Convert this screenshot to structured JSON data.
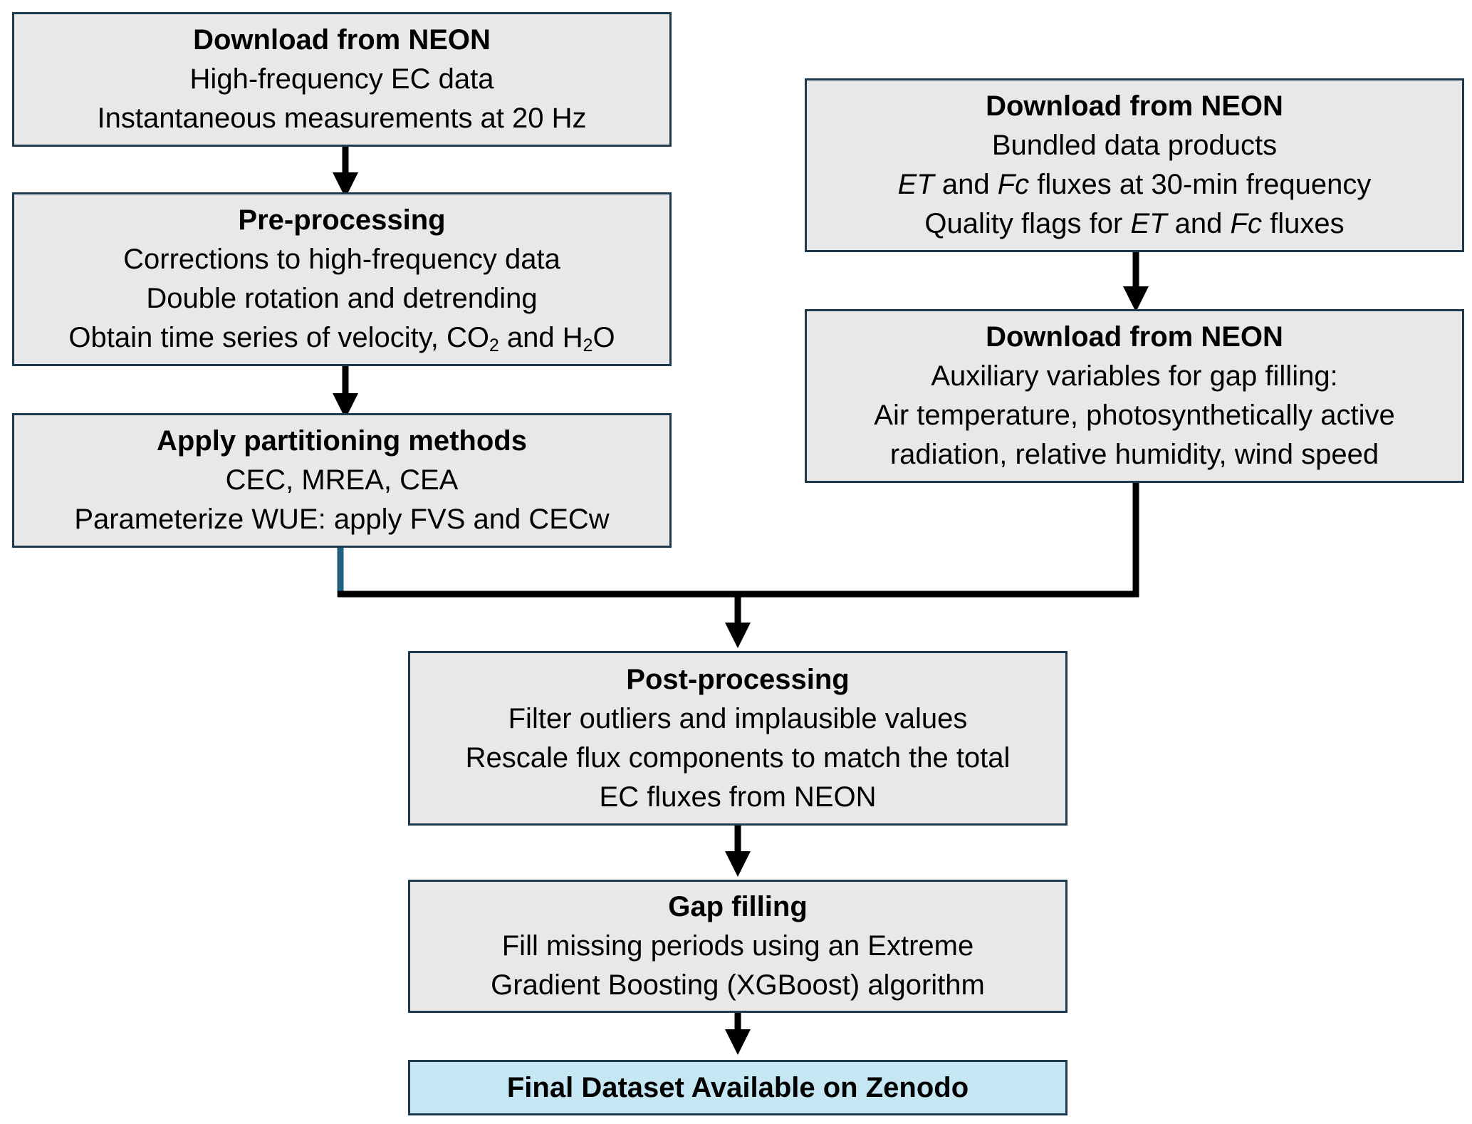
{
  "boxes": {
    "neon_hf": {
      "title": "Download from NEON",
      "line1": "High-frequency EC data",
      "line2": "Instantaneous measurements at 20 Hz"
    },
    "preprocessing": {
      "title": "Pre-processing",
      "line1": "Corrections to high-frequency data",
      "line2": "Double rotation and detrending",
      "line3_prefix": "Obtain time series of velocity, CO",
      "line3_sub1": "2",
      "line3_mid": " and H",
      "line3_sub2": "2",
      "line3_suffix": "O"
    },
    "partitioning": {
      "title": "Apply partitioning methods",
      "line1": "CEC, MREA, CEA",
      "line2": "Parameterize WUE: apply FVS and CECw"
    },
    "neon_bundled": {
      "title": "Download from NEON",
      "line1": "Bundled data products",
      "line2_et": "ET",
      "line2_and": " and ",
      "line2_fc": "Fc",
      "line2_rest": " fluxes at 30-min frequency",
      "line3_prefix": "Quality flags for ",
      "line3_et": "ET",
      "line3_and": " and ",
      "line3_fc": "Fc",
      "line3_rest": " fluxes"
    },
    "neon_aux": {
      "title": "Download from NEON",
      "line1": "Auxiliary variables for gap filling:",
      "line2": "Air temperature, photosynthetically active",
      "line3": "radiation, relative humidity, wind speed"
    },
    "postprocessing": {
      "title": "Post-processing",
      "line1": "Filter outliers and implausible values",
      "line2": "Rescale flux components to match the total",
      "line3": "EC fluxes from NEON"
    },
    "gapfilling": {
      "title": "Gap filling",
      "line1": "Fill missing periods using an Extreme",
      "line2": "Gradient Boosting (XGBoost) algorithm"
    },
    "final": {
      "title": "Final Dataset Available on Zenodo"
    }
  },
  "colors": {
    "box_fill": "#e8e8e8",
    "box_border": "#1f3a4d",
    "final_fill": "#c5e6f3",
    "connector": "#000000",
    "connector_accent": "#1f5f80"
  }
}
